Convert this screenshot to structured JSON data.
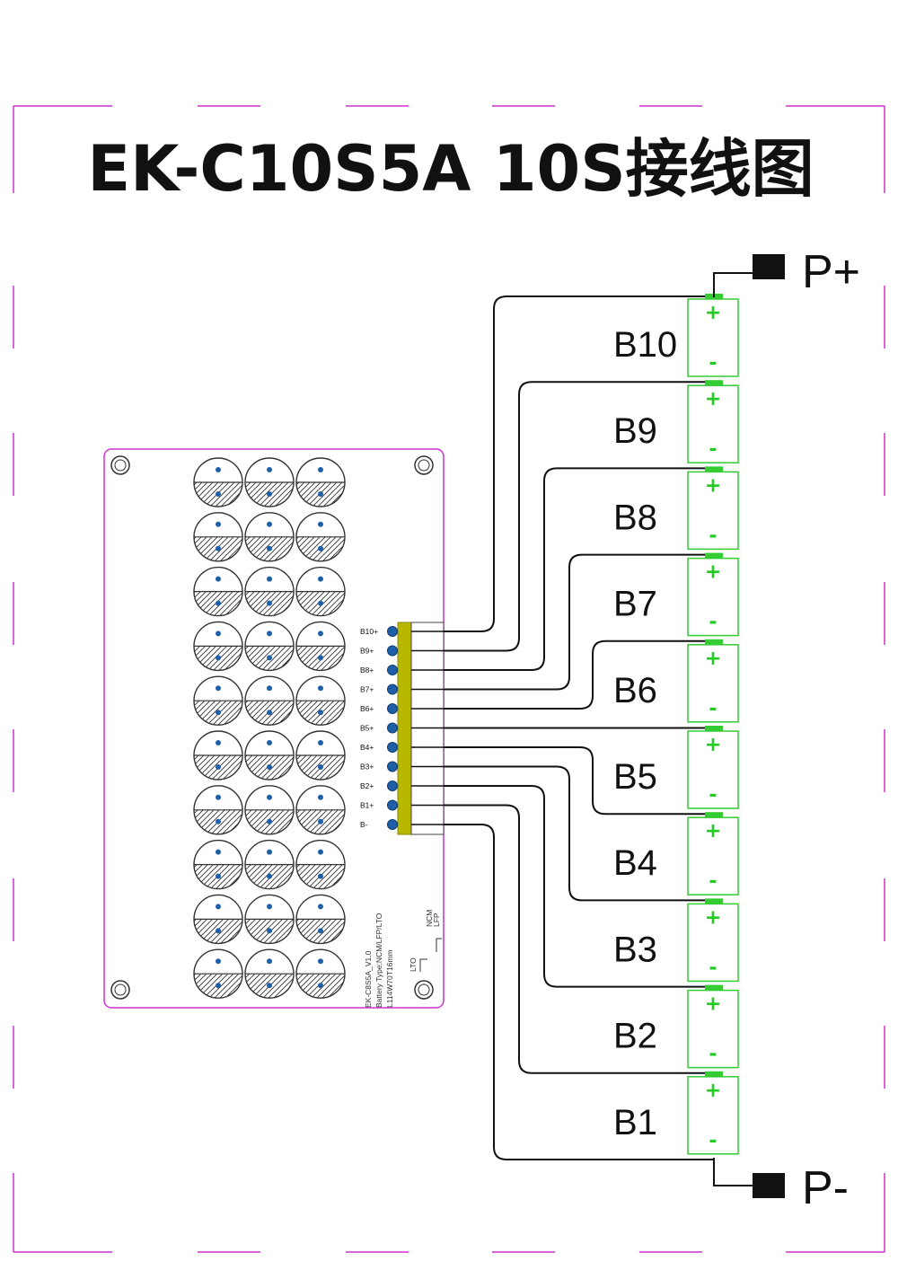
{
  "title": "EK-C10S5A  10S接线图",
  "terminals": {
    "positive": "P+",
    "negative": "P-"
  },
  "cells": [
    {
      "label": "B10",
      "plus": "+",
      "minus": "-"
    },
    {
      "label": "B9",
      "plus": "+",
      "minus": "-"
    },
    {
      "label": "B8",
      "plus": "+",
      "minus": "-"
    },
    {
      "label": "B7",
      "plus": "+",
      "minus": "-"
    },
    {
      "label": "B6",
      "plus": "+",
      "minus": "-"
    },
    {
      "label": "B5",
      "plus": "+",
      "minus": "-"
    },
    {
      "label": "B4",
      "plus": "+",
      "minus": "-"
    },
    {
      "label": "B3",
      "plus": "+",
      "minus": "-"
    },
    {
      "label": "B2",
      "plus": "+",
      "minus": "-"
    },
    {
      "label": "B1",
      "plus": "+",
      "minus": "-"
    }
  ],
  "pins": [
    "B10+",
    "B9+",
    "B8+",
    "B7+",
    "B6+",
    "B5+",
    "B4+",
    "B3+",
    "B2+",
    "B1+",
    "B-"
  ],
  "board": {
    "silkscreen": [
      "EK-C8S5A_V1.0",
      "Battery Type:NCM/LFP/LTO",
      "L114W70T16mm"
    ],
    "jumper_labels": [
      "LTO",
      "NCM",
      "LFP"
    ]
  },
  "colors": {
    "frame": "#cc33cc",
    "board_outline": "#cc33cc",
    "cell_outline": "#33cc33",
    "wire": "#111111",
    "connector": "#b8b800",
    "pin_dot": "#1f5fa8"
  }
}
